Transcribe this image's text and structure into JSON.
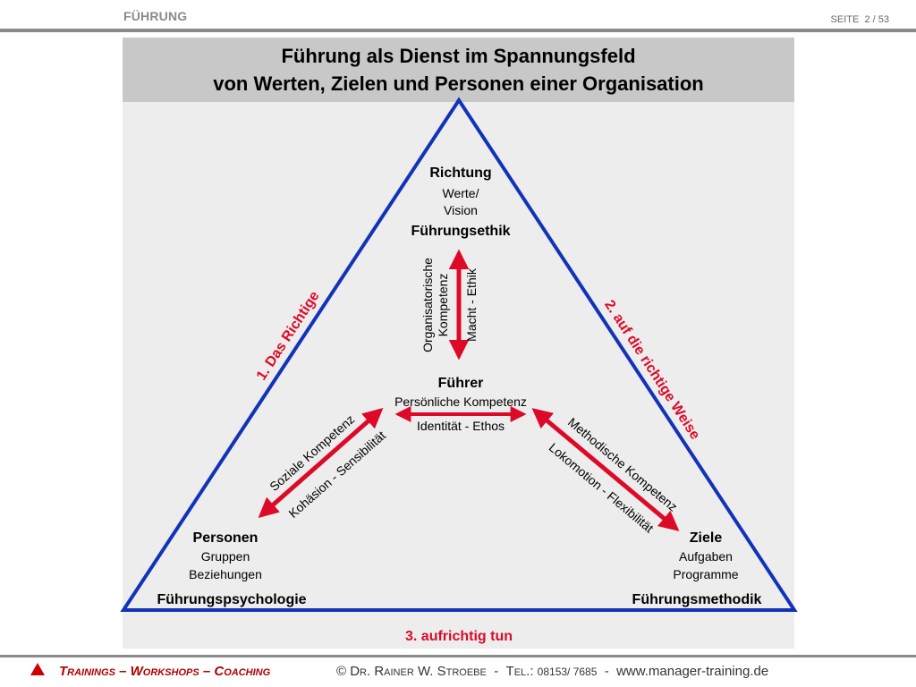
{
  "header": {
    "section_title": "FÜHRUNG",
    "page_label": "SEITE",
    "page_number": "2 / 53"
  },
  "slide_title": {
    "line1": "Führung als Dienst im Spannungsfeld",
    "line2": "von Werten, Zielen und Personen einer Organisation"
  },
  "top_node": {
    "title": "Richtung",
    "line1": "Werte/",
    "line2": "Vision",
    "discipline": "Führungsethik"
  },
  "center_node": {
    "title": "Führer",
    "line1": "Persönliche Kompetenz",
    "line2": "Identität - Ethos"
  },
  "left_node": {
    "title": "Personen",
    "line1": "Gruppen",
    "line2": "Beziehungen",
    "discipline": "Führungspsychologie"
  },
  "right_node": {
    "title": "Ziele",
    "line1": "Aufgaben",
    "line2": "Programme",
    "discipline": "Führungsmethodik"
  },
  "vertical_axis": {
    "label1": "Organisatorische",
    "label2": "Kompetenz",
    "label3": "Macht - Ethik"
  },
  "left_axis": {
    "label1": "Soziale Kompetenz",
    "label2": "Kohäsion - Sensibilität"
  },
  "right_axis": {
    "label1": "Methodische Kompetenz",
    "label2": "Lokomotion - Flexibilität"
  },
  "edge_labels": {
    "left": "1. Das Richtige",
    "right": "2. auf die richtige Weise",
    "bottom": "3. aufrichtig tun"
  },
  "colors": {
    "triangle": "#1233b8",
    "accent_red": "#dc0a28",
    "panel": "#ededed",
    "title_band": "#c8c8c8"
  },
  "footer": {
    "marker_icon": "red-triangle-icon",
    "tagline": "Trainings – Workshops – Coaching",
    "copyright": "© Dr. Rainer W. Stroebe",
    "sep1": "-",
    "tel_label": "Tel.:",
    "tel_number": "08153/ 7685",
    "sep2": "-",
    "website": "www.manager-training.de"
  }
}
